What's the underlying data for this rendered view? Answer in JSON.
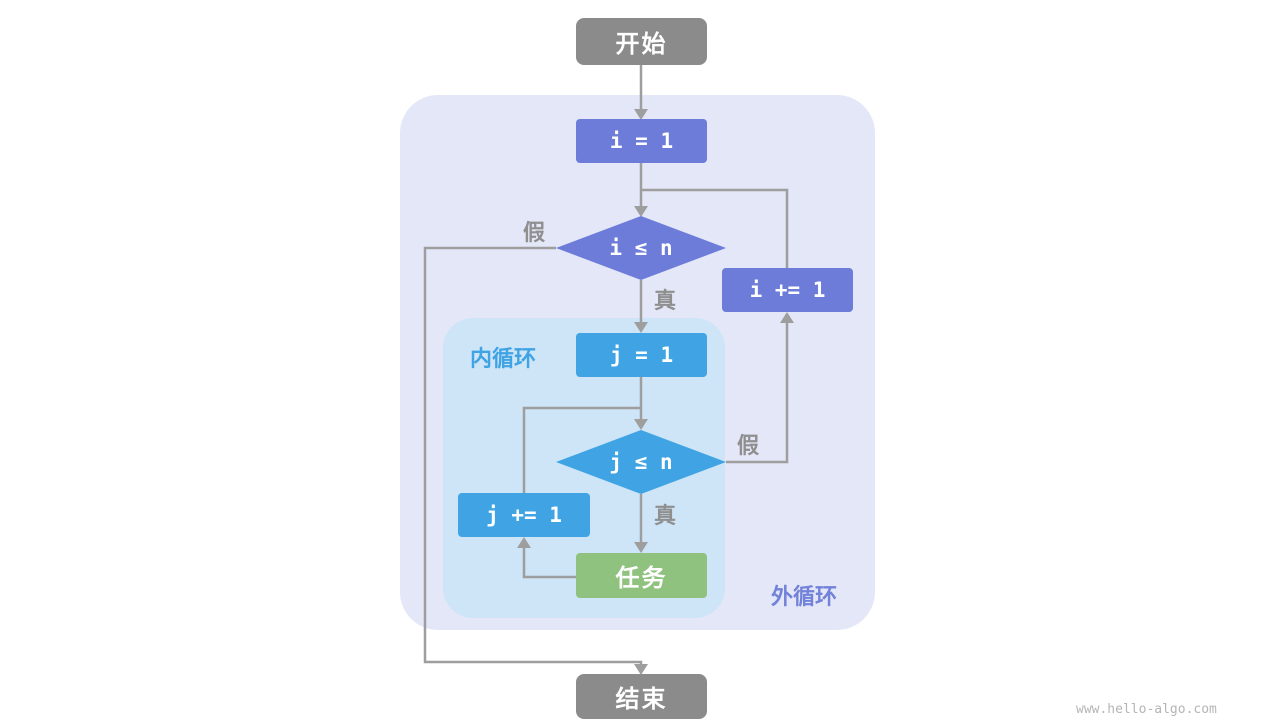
{
  "flowchart": {
    "start": "开始",
    "end": "结束",
    "i_init": "i = 1",
    "i_cond": "i ≤ n",
    "i_incr": "i += 1",
    "j_init": "j = 1",
    "j_cond": "j ≤ n",
    "j_incr": "j += 1",
    "task": "任务",
    "inner_loop_label": "内循环",
    "outer_loop_label": "外循环",
    "true_label": "真",
    "false_label": "假"
  },
  "colors": {
    "start_end_node": "#8b8b8b",
    "outer_loop_node": "#6d7cd8",
    "inner_loop_node": "#3fa3e4",
    "task_node": "#8fc17f",
    "outer_region": "#e4e7f8",
    "inner_region": "#cde5f7",
    "connector_line": "#9e9e9e",
    "edge_label_text": "#8f8f8f"
  },
  "watermark": "www.hello-algo.com"
}
